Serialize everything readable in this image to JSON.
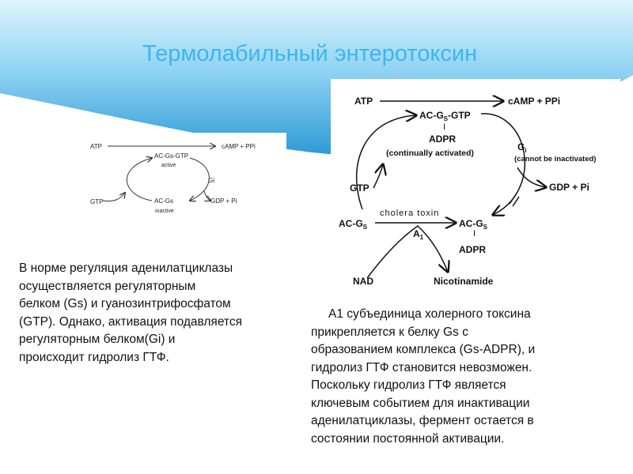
{
  "slide": {
    "title": "Термолабильный энтеротоксин",
    "colors": {
      "accent": "#3cb6ee",
      "header_band_top": "#d9f2fb",
      "header_band_bottom": "#2a9bd6"
    }
  },
  "diagram_small": {
    "atp": "ATP",
    "camp_ppi": "cAMP + PPi",
    "ac_gs_gtp": "AC-Gs-GTP",
    "active": "active",
    "gi": "Gi",
    "gtp": "GTP",
    "ac_gs": "AC-Gs",
    "inactive": "inactive",
    "gdp_pi": "GDP + Pi"
  },
  "diagram_large": {
    "atp": "ATP",
    "camp_ppi": "cAMP + PPi",
    "ac_gs_gtp": "AC-G",
    "ac_gs_gtp_sub": "S",
    "ac_gs_gtp_tail": "-GTP",
    "bar1": "I",
    "adpr1": "ADPR",
    "continually": "(continually  activated)",
    "gi": "G",
    "gi_sub": "i",
    "cannot": "(cannot be inactivated)",
    "gtp": "GTP",
    "gdp_pi": "GDP + Pi",
    "ac_gs_left": "AC-G",
    "ac_gs_left_sub": "S",
    "cholera": "cholera toxin",
    "ac_gs_right": "AC-G",
    "ac_gs_right_sub": "S",
    "a1": "A",
    "a1_sub": "1",
    "bar2": "I",
    "adpr2": "ADPR",
    "nad": "NAD",
    "nicotinamide": "Nicotinamide"
  },
  "text_left": {
    "lines": [
      "В норме регуляция аденилатциклазы",
      "осуществляется регуляторным",
      "белком (Gs) и гуанозинтрифосфатом",
      "(GTP). Однако, активация подавляется",
      "регуляторным белком(Gi) и",
      "происходит гидролиз ГТФ."
    ]
  },
  "text_right": {
    "lines": [
      "А1 субъединица холерного токсина",
      "прикрепляется к белку Gs с",
      "образованием комплекса (Gs-ADPR), и",
      "гидролиз ГТФ становится невозможен.",
      "Поскольку гидролиз ГТФ является",
      "ключевым событием для инактивации",
      "аденилатциклазы, фермент остается в",
      "состоянии постоянной активации."
    ]
  }
}
